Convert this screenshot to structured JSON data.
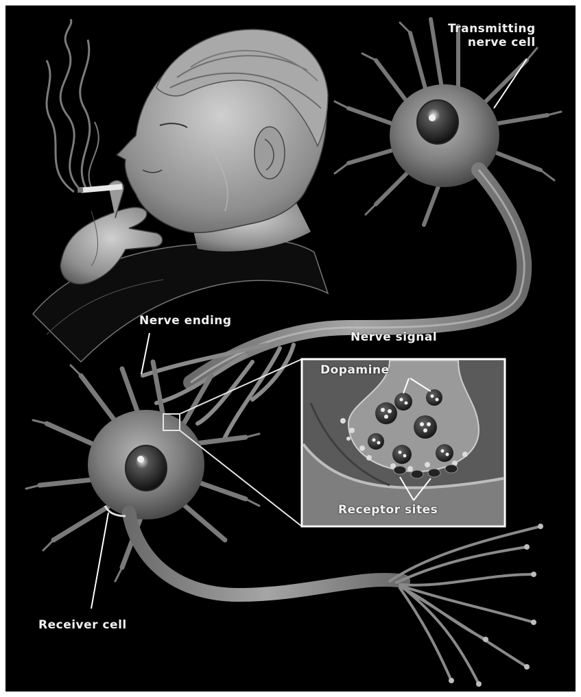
{
  "figure": {
    "labels": {
      "transmitting_cell_line1": "Transmitting",
      "transmitting_cell_line2": "nerve cell",
      "nerve_ending": "Nerve ending",
      "nerve_signal": "Nerve signal",
      "dopamine": "Dopamine",
      "receptor_sites": "Receptor sites",
      "receiver_cell": "Receiver cell"
    },
    "colors": {
      "background": "#000000",
      "frame_border": "#ffffff",
      "label_text": "#f2f2f2",
      "cell_tone": "#8a8a8a",
      "nucleus_tone": "#2a2a2a"
    }
  }
}
